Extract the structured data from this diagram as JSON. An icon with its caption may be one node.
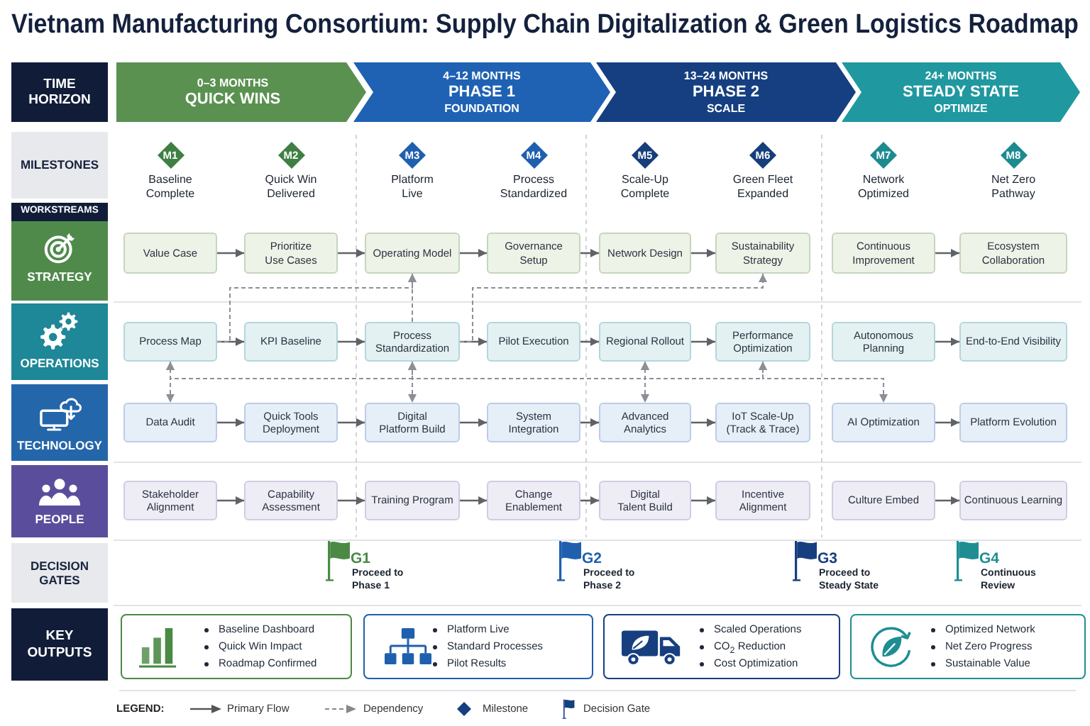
{
  "diagram": {
    "title": "Vietnam Manufacturing Consortium: Supply Chain Digitalization & Green Logistics Roadmap",
    "nodes": [
      {
        "text": [
          "TIME HORIZON"
        ]
      },
      {
        "text": [
          "0–3 MONTHS",
          "QUICK WINS"
        ]
      },
      {
        "text": [
          "4–12 MONTHS",
          "PHASE 1",
          "FOUNDATION"
        ]
      },
      {
        "text": [
          "13–24 MONTHS",
          "PHASE 2",
          "SCALE"
        ]
      },
      {
        "text": [
          "24+ MONTHS",
          "STEADY STATE",
          "OPTIMIZE"
        ]
      },
      {
        "text": [
          "MILESTONES"
        ]
      },
      {
        "text": [
          "M1"
        ],
        "beside": [
          "Baseline Complete"
        ]
      },
      {
        "text": [
          "M2"
        ],
        "beside": [
          "Quick Win Delivered"
        ]
      },
      {
        "text": [
          "M3"
        ],
        "beside": [
          "Platform Live"
        ]
      },
      {
        "text": [
          "M4"
        ],
        "beside": [
          "Process Standardized"
        ]
      },
      {
        "text": [
          "M5"
        ],
        "beside": [
          "Scale-Up Complete"
        ]
      },
      {
        "text": [
          "M6"
        ],
        "beside": [
          "Green Fleet Expanded"
        ]
      },
      {
        "text": [
          "M7"
        ],
        "beside": [
          "Network Optimized"
        ]
      },
      {
        "text": [
          "M8"
        ],
        "beside": [
          "Net Zero Pathway"
        ]
      },
      {
        "text": [
          "WORKSTREAMS"
        ]
      },
      {
        "text": [
          "STRATEGY"
        ]
      },
      {
        "text": [
          "Value Case"
        ]
      },
      {
        "text": [
          "Prioritize Use Cases"
        ]
      },
      {
        "text": [
          "Operating Model"
        ]
      },
      {
        "text": [
          "Governance Setup"
        ]
      },
      {
        "text": [
          "Network Design"
        ]
      },
      {
        "text": [
          "Sustainability Strategy"
        ]
      },
      {
        "text": [
          "Continuous Improvement"
        ]
      },
      {
        "text": [
          "Ecosystem Collaboration"
        ]
      },
      {
        "text": [
          "OPERATIONS"
        ]
      },
      {
        "text": [
          "Process Map"
        ]
      },
      {
        "text": [
          "KPI Baseline"
        ]
      },
      {
        "text": [
          "Process Standardization"
        ]
      },
      {
        "text": [
          "Pilot Execution"
        ]
      },
      {
        "text": [
          "Regional Rollout"
        ]
      },
      {
        "text": [
          "Performance Optimization"
        ]
      },
      {
        "text": [
          "Autonomous Planning"
        ]
      },
      {
        "text": [
          "End-to-End Visibility"
        ]
      },
      {
        "text": [
          "TECHNOLOGY"
        ]
      },
      {
        "text": [
          "Data Audit"
        ]
      },
      {
        "text": [
          "Quick Tools Deployment"
        ]
      },
      {
        "text": [
          "Digital Platform Build"
        ]
      },
      {
        "text": [
          "System Integration"
        ]
      },
      {
        "text": [
          "Advanced Analytics"
        ]
      },
      {
        "text": [
          "IoT Scale-Up (Track & Trace)"
        ]
      },
      {
        "text": [
          "AI Optimization"
        ]
      },
      {
        "text": [
          "Platform Evolution"
        ]
      },
      {
        "text": [
          "PEOPLE"
        ]
      },
      {
        "text": [
          "Stakeholder Alignment"
        ]
      },
      {
        "text": [
          "Capability Assessment"
        ]
      },
      {
        "text": [
          "Training Program"
        ]
      },
      {
        "text": [
          "Change Enablement"
        ]
      },
      {
        "text": [
          "Digital Talent Build"
        ]
      },
      {
        "text": [
          "Incentive Alignment"
        ]
      },
      {
        "text": [
          "Culture Embed"
        ]
      },
      {
        "text": [
          "Continuous Learning"
        ]
      },
      {
        "text": [
          "DECISION GATES"
        ]
      },
      {
        "text": [
          "KEY OUTPUTS"
        ]
      },
      {
        "text": [
          "Baseline Dashboard",
          "Quick Win Impact",
          "Roadmap Confirmed"
        ]
      },
      {
        "text": [
          "Platform Live",
          "Standard Processes",
          "Pilot Results"
        ]
      },
      {
        "text": [
          "Scaled Operations",
          "CO$_{2}$ Reduction",
          "Cost Optimization"
        ]
      },
      {
        "text": [
          "Optimized Network",
          "Net Zero Progress",
          "Sustainable Value"
        ]
      }
    ],
    "edges": [
      {
        "from": 16,
        "to": 17,
        "arrow": "to"
      },
      {
        "from": 17,
        "to": 18,
        "arrow": "to"
      },
      {
        "from": 18,
        "to": 19,
        "arrow": "to"
      },
      {
        "from": 19,
        "to": 20,
        "arrow": "to"
      },
      {
        "from": 20,
        "to": 21,
        "arrow": "to"
      },
      {
        "from": 22,
        "to": 23,
        "arrow": "to"
      },
      {
        "from": 25,
        "to": 26,
        "arrow": "to"
      },
      {
        "from": 26,
        "to": 27,
        "arrow": "to"
      },
      {
        "from": 27,
        "to": 28,
        "arrow": "to"
      },
      {
        "from": 28,
        "to": 29,
        "arrow": "to"
      },
      {
        "from": 29,
        "to": 30,
        "arrow": "to"
      },
      {
        "from": 31,
        "to": 32,
        "arrow": "to"
      },
      {
        "from": 34,
        "to": 35,
        "arrow": "to"
      },
      {
        "from": 35,
        "to": 36,
        "arrow": "to"
      },
      {
        "from": 36,
        "to": 37,
        "arrow": "to"
      },
      {
        "from": 37,
        "to": 38,
        "arrow": "to"
      },
      {
        "from": 38,
        "to": 39,
        "arrow": "to"
      },
      {
        "from": 40,
        "to": 41,
        "arrow": "to"
      },
      {
        "from": 43,
        "to": 44,
        "arrow": "to"
      },
      {
        "from": 44,
        "to": 45,
        "arrow": "to"
      },
      {
        "from": 45,
        "to": 46,
        "arrow": "to"
      },
      {
        "from": 46,
        "to": 47,
        "arrow": "to"
      },
      {
        "from": 47,
        "to": 48,
        "arrow": "to"
      },
      {
        "from": 49,
        "to": 50,
        "arrow": "to"
      },
      {
        "from": 25,
        "to": 18,
        "arrow": "to",
        "style": "dashed",
        "color": "#8c9096"
      },
      {
        "from": 27,
        "to": 18,
        "arrow": "to",
        "style": "dashed",
        "color": "#8c9096"
      },
      {
        "from": 27,
        "to": 21,
        "arrow": "to",
        "style": "dashed",
        "color": "#8c9096"
      },
      {
        "from": 25,
        "to": 34,
        "arrow": "both",
        "style": "dashed",
        "color": "#8c9096"
      },
      {
        "from": 25,
        "to": 27,
        "arrow": "both",
        "style": "dashed",
        "color": "#8c9096"
      },
      {
        "from": 27,
        "to": 36,
        "arrow": "both",
        "style": "dashed",
        "color": "#8c9096"
      },
      {
        "from": 27,
        "to": 29,
        "arrow": "both",
        "style": "dashed",
        "color": "#8c9096"
      },
      {
        "from": 29,
        "to": 38,
        "arrow": "both",
        "style": "dashed",
        "color": "#8c9096"
      },
      {
        "from": 29,
        "to": 30,
        "arrow": "both",
        "style": "dashed",
        "color": "#8c9096"
      },
      {
        "from": 30,
        "to": 40,
        "arrow": "both",
        "style": "dashed",
        "color": "#8c9096"
      }
    ],
    "labels": [
      "G1",
      "Proceed to Phase 1",
      "G2",
      "Proceed to Phase 2",
      "G3",
      "Proceed to Steady State",
      "G4",
      "Continuous Review",
      "LEGEND:"
    ],
    "legend": [
      {
        "text": "Primary Flow"
      },
      {
        "text": "Dependency"
      },
      {
        "text": "Milestone"
      },
      {
        "text": "Decision Gate"
      }
    ]
  }
}
